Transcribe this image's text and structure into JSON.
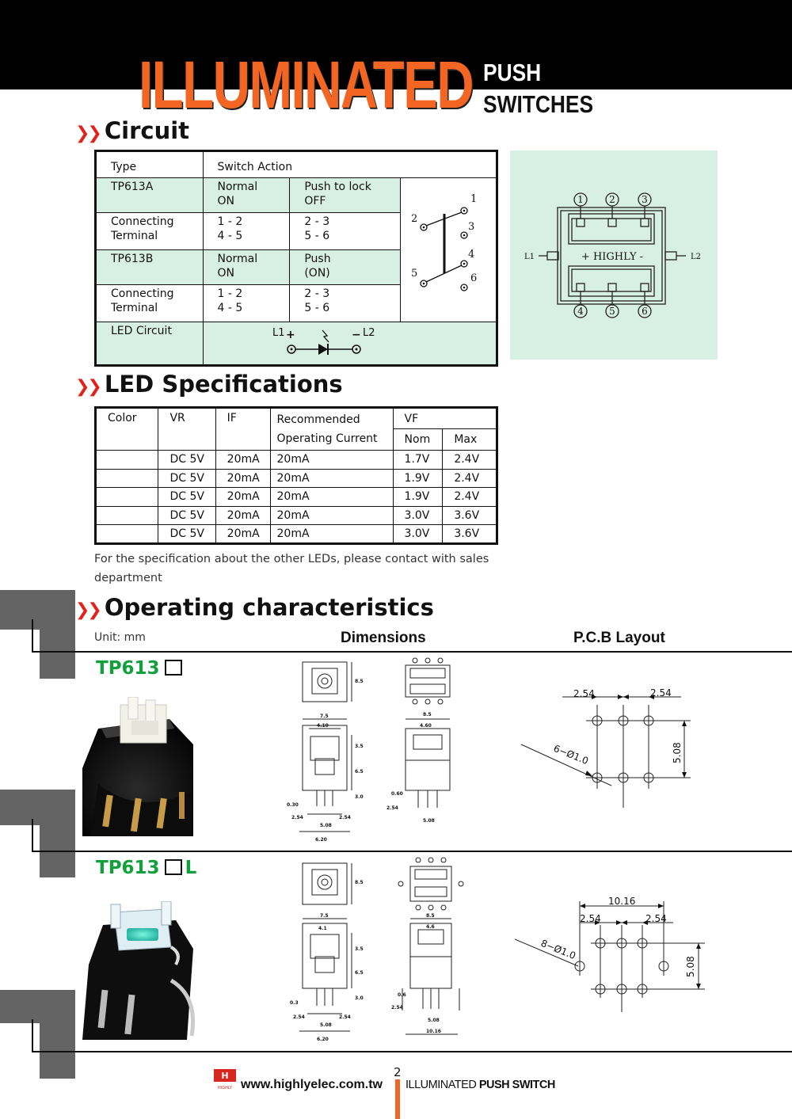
{
  "header": {
    "title_main": "ILLUMINATED",
    "title_line1": "PUSH",
    "title_line2": "SWITCHES"
  },
  "circuit": {
    "heading": "Circuit",
    "col_type": "Type",
    "col_action": "Switch Action",
    "rows": {
      "tp613a": "TP613A",
      "normal_on_1": "Normal",
      "normal_on_2": "ON",
      "push_lock_1": "Push to lock",
      "push_lock_2": "OFF",
      "connecting_1": "Connecting",
      "connecting_2": "Terminal",
      "t_a1": "1 - 2",
      "t_a2": "4 - 5",
      "t_b1": "2 - 3",
      "t_b2": "5 - 6",
      "tp613b": "TP613B",
      "push_1": "Push",
      "push_2": "(ON)",
      "led_circuit": "LED Circuit",
      "l1": "L1",
      "l2": "L2"
    },
    "terminals": [
      "1",
      "2",
      "3",
      "4",
      "5",
      "6"
    ],
    "pcb_label": "+ HIGHLY -",
    "pcb_l1": "L1",
    "pcb_l2": "L2"
  },
  "led_specs": {
    "heading": "LED Specifications",
    "headers": {
      "color": "Color",
      "vr": "VR",
      "if": "IF",
      "rec1": "Recommended",
      "rec2": "Operating Current",
      "vf": "VF",
      "nom": "Nom",
      "max": "Max"
    },
    "rows": [
      {
        "vr": "DC 5V",
        "if": "20mA",
        "rec": "20mA",
        "nom": "1.7V",
        "max": "2.4V"
      },
      {
        "vr": "DC 5V",
        "if": "20mA",
        "rec": "20mA",
        "nom": "1.9V",
        "max": "2.4V"
      },
      {
        "vr": "DC 5V",
        "if": "20mA",
        "rec": "20mA",
        "nom": "1.9V",
        "max": "2.4V"
      },
      {
        "vr": "DC 5V",
        "if": "20mA",
        "rec": "20mA",
        "nom": "3.0V",
        "max": "3.6V"
      },
      {
        "vr": "DC 5V",
        "if": "20mA",
        "rec": "20mA",
        "nom": "3.0V",
        "max": "3.6V"
      }
    ],
    "note": "For the specification about the other LEDs, please contact with sales department"
  },
  "operating": {
    "heading": "Operating characteristics",
    "unit": "Unit: mm",
    "col_dimensions": "Dimensions",
    "col_pcb": "P.C.B Layout",
    "model1": "TP613",
    "model2": "TP613",
    "model2_suffix": "L",
    "pcb1": {
      "pitch_left": "2.54",
      "pitch_right": "2.54",
      "height": "5.08",
      "holes": "6−Ø1.0"
    },
    "pcb2": {
      "width": "10.16",
      "pitch_left": "2.54",
      "pitch_right": "2.54",
      "height": "5.08",
      "holes": "8−Ø1.0"
    },
    "dim1": {
      "w_top": "7.5",
      "w_inner": "4.10",
      "h1": "3.5",
      "h2": "6.5",
      "h3": "3.0",
      "pin": "0.30",
      "p_l": "2.54",
      "p_r": "2.54",
      "p_c": "5.08",
      "w_bot": "6.20",
      "side_w": "8.5",
      "side_inner": "4.60",
      "side_pin": "0.60",
      "side_p": "2.54",
      "side_c": "5.08",
      "top_h": "8.5"
    },
    "dim2": {
      "w_top": "7.5",
      "w_inner": "4.1",
      "h1": "3.5",
      "h2": "6.5",
      "h3": "3.0",
      "pin": "0.3",
      "p_l": "2.54",
      "p_r": "2.54",
      "p_c": "5.08",
      "w_bot": "6.20",
      "side_w": "8.5",
      "side_inner": "4.6",
      "side_pin": "0.6",
      "side_p": "2.54",
      "side_c": "5.08",
      "side_bot": "10.16",
      "top_h": "8.5"
    }
  },
  "footer": {
    "page": "2",
    "url": "www.highlyelec.com.tw",
    "title_a": "ILLUMINATED",
    "title_b": "PUSH",
    "title_c": "SWITCH",
    "logo_text": "HIGHLY"
  },
  "colors": {
    "accent_orange": "#f26522",
    "section_red": "#e2201c",
    "model_green": "#12a03c",
    "table_green": "#d8f0e4"
  }
}
